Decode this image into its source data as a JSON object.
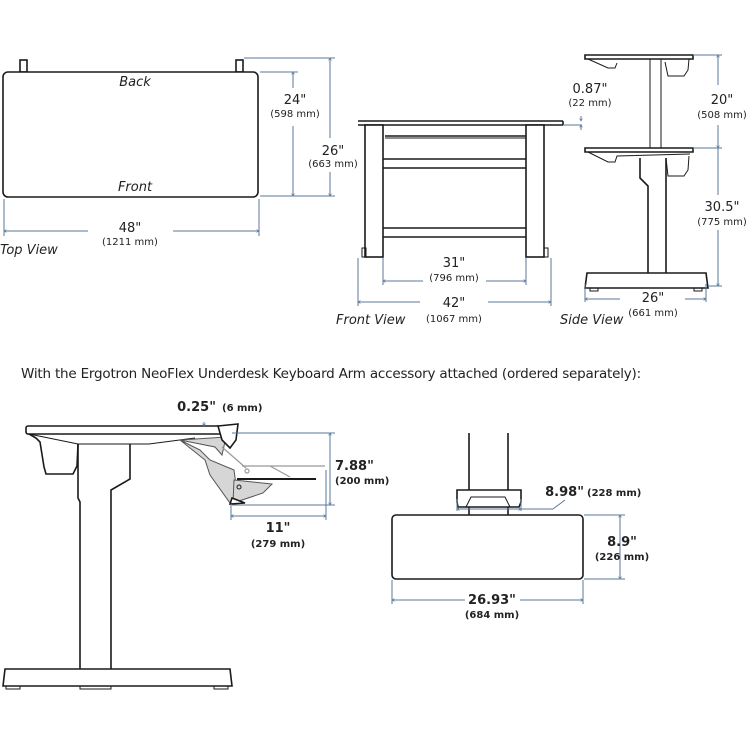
{
  "colors": {
    "line": "#1a1a1a",
    "dimension": "#5b7a9a",
    "mechanism_fill": "#d6d6d6"
  },
  "top_view": {
    "label": "Top View",
    "back_label": "Back",
    "front_label": "Front",
    "width": {
      "in": "48\"",
      "mm": "(1211 mm)"
    },
    "depth": {
      "in": "24\"",
      "mm": "(598 mm)"
    },
    "depth_total": {
      "in": "26\"",
      "mm": "(663 mm)"
    }
  },
  "front_view": {
    "label": "Front View",
    "inner_width": {
      "in": "31\"",
      "mm": "(796 mm)"
    },
    "base_width": {
      "in": "42\"",
      "mm": "(1067 mm)"
    },
    "top_thickness": {
      "in": "0.87\"",
      "mm": "(22 mm)"
    }
  },
  "side_view": {
    "label": "Side View",
    "height_range": {
      "in": "20\"",
      "mm": "(508 mm)"
    },
    "min_height": {
      "in": "30.5\"",
      "mm": "(775 mm)"
    },
    "base_depth": {
      "in": "26\"",
      "mm": "(661 mm)"
    }
  },
  "accessory": {
    "caption": "With the Ergotron NeoFlex Underdesk Keyboard Arm accessory attached  (ordered separately):",
    "side": {
      "clearance": {
        "in": "0.25\"",
        "mm": "(6 mm)"
      },
      "height": {
        "in": "7.88\"",
        "mm": "(200 mm)"
      },
      "depth": {
        "in": "11\"",
        "mm": "(279 mm)"
      }
    },
    "front": {
      "mount_width": {
        "in": "8.98\"",
        "mm": "(228 mm)"
      },
      "tray_depth": {
        "in": "8.9\"",
        "mm": "(226 mm)"
      },
      "tray_width": {
        "in": "26.93\"",
        "mm": "(684 mm)"
      }
    }
  }
}
